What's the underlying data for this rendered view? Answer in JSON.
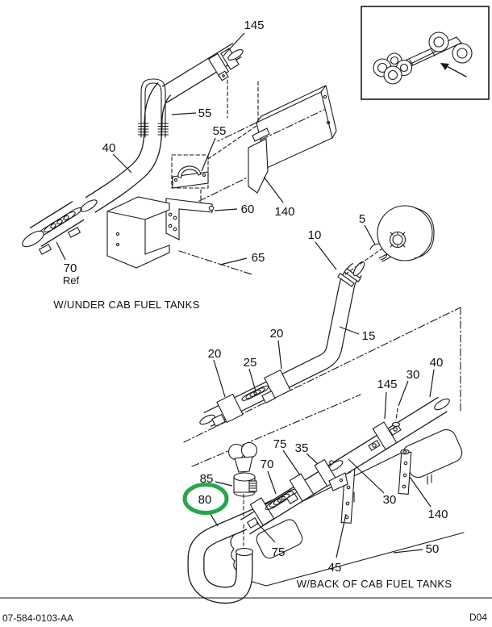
{
  "footer": {
    "doc_number": "07-584-0103-AA",
    "page_code": "D04"
  },
  "captions": {
    "under_cab": "W/UNDER CAB FUEL TANKS",
    "back_of_cab": "W/BACK OF CAB FUEL TANKS"
  },
  "highlight": {
    "part": "80",
    "color": "#27a74a"
  },
  "callouts": [
    {
      "text": "145"
    },
    {
      "text": "55"
    },
    {
      "text": "55"
    },
    {
      "text": "40"
    },
    {
      "text": "60"
    },
    {
      "text": "140"
    },
    {
      "text": "65"
    },
    {
      "text": "70"
    },
    {
      "text": "Ref"
    },
    {
      "text": "10"
    },
    {
      "text": "5"
    },
    {
      "text": "15"
    },
    {
      "text": "20"
    },
    {
      "text": "25"
    },
    {
      "text": "20"
    },
    {
      "text": "75"
    },
    {
      "text": "35"
    },
    {
      "text": "70"
    },
    {
      "text": "85"
    },
    {
      "text": "80"
    },
    {
      "text": "75"
    },
    {
      "text": "145"
    },
    {
      "text": "30"
    },
    {
      "text": "40"
    },
    {
      "text": "30"
    },
    {
      "text": "140"
    },
    {
      "text": "50"
    },
    {
      "text": "45"
    }
  ]
}
